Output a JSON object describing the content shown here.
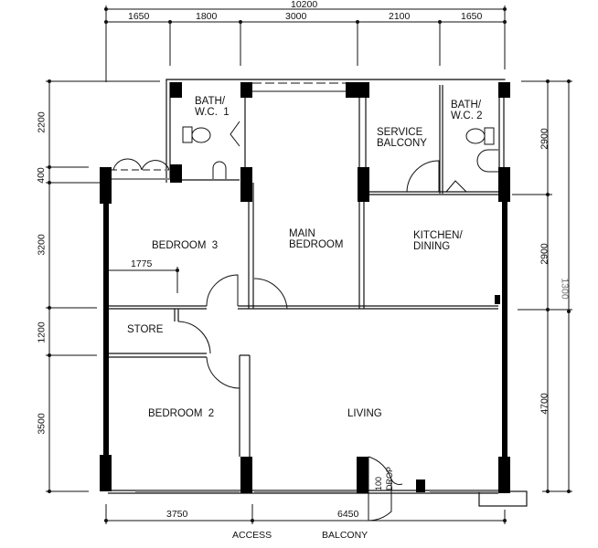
{
  "plan": {
    "title_dimension": "10200",
    "top_dimensions": [
      "1650",
      "1800",
      "3000",
      "2100",
      "1650"
    ],
    "left_dimensions": [
      "2200",
      "400",
      "3200",
      "1200",
      "3500"
    ],
    "right_dimensions": [
      "2900",
      "2900",
      "4700"
    ],
    "right_overall_faint": "1300",
    "bottom_dimensions": [
      "3750",
      "6450"
    ],
    "inner_dimension": "1775",
    "bottom_labels": [
      "ACCESS",
      "BALCONY"
    ],
    "rooms": {
      "bath1": "BATH/\nW.C.  1",
      "bath2": "BATH/\nW.C. 2",
      "service_balcony": "SERVICE\nBALCONY",
      "main_bedroom": "MAIN\nBEDROOM",
      "bedroom3": "BEDROOM  3",
      "kitchen": "KITCHEN/\nDINING",
      "store": "STORE",
      "bedroom2": "BEDROOM  2",
      "living": "LIVING"
    },
    "drop_note": "100\nDROP",
    "colors": {
      "line": "#111111",
      "wall": "#000000",
      "window": "#888888",
      "background": "#ffffff"
    }
  }
}
